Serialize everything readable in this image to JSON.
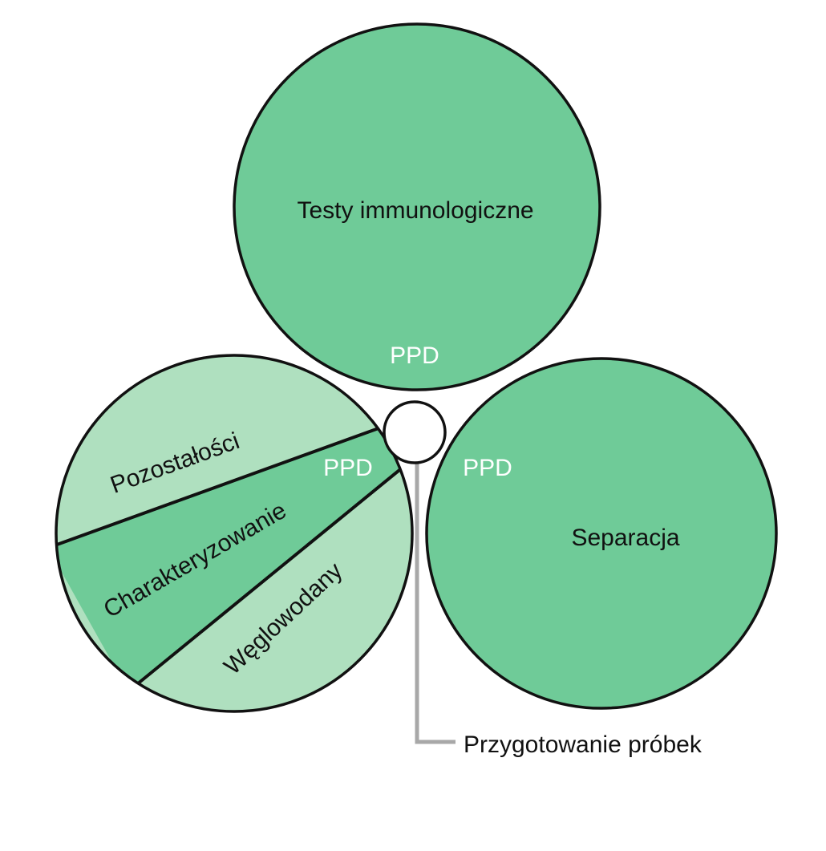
{
  "colors": {
    "main_circle": "#6fcb98",
    "overlap": "#1e9a45",
    "band_light": "#afe0bf",
    "outline": "#111111",
    "connector": "#a8a8a8"
  },
  "circles": {
    "top": {
      "label": "Testy immunologiczne"
    },
    "right": {
      "label": "Separacja"
    },
    "left": {
      "bands": [
        {
          "label": "Pozostałości"
        },
        {
          "label": "Charakteryzowanie"
        },
        {
          "label": "Węglowodany"
        }
      ]
    }
  },
  "overlaps": [
    {
      "label": "PPD"
    },
    {
      "label": "PPD"
    },
    {
      "label": "PPD"
    }
  ],
  "center": {
    "label": "Przygotowanie próbek"
  }
}
